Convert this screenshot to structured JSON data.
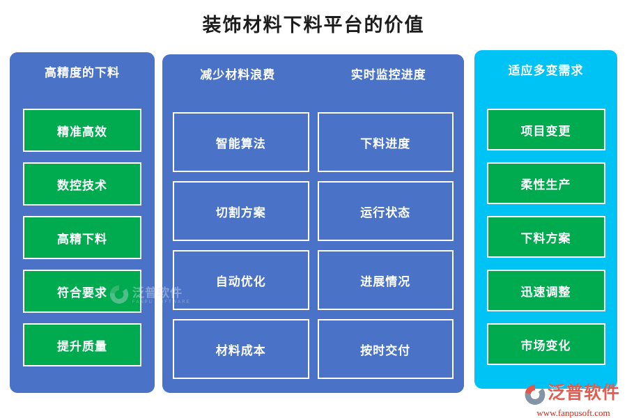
{
  "title": "装饰材料下料平台的价值",
  "left_panel": {
    "header": "高精度的下料",
    "items": [
      "精准高效",
      "数控技术",
      "高精下料",
      "符合要求",
      "提升质量"
    ]
  },
  "middle_panel": {
    "header_left": "减少材料浪费",
    "header_right": "实时监控进度",
    "left_items": [
      "智能算法",
      "切割方案",
      "自动优化",
      "材料成本"
    ],
    "right_items": [
      "下料进度",
      "运行状态",
      "进展情况",
      "按时交付"
    ]
  },
  "right_panel": {
    "header": "适应多变需求",
    "items": [
      "项目变更",
      "柔性生产",
      "下料方案",
      "迅速调整",
      "市场变化"
    ]
  },
  "watermark": {
    "brand": "泛普软件",
    "sub": "FANPU SOFTWARE"
  },
  "logo": {
    "brand": "泛普软件",
    "url": "www.fanpusoft.com",
    "icon": "fanpu-swirl-logo"
  },
  "colors": {
    "panel_blue": "#4a73c8",
    "panel_cyan": "#00c3f5",
    "box_green": "#00ab4f",
    "box_border": "#ffffff",
    "title_text": "#1c1c1c",
    "brand_red": "#e05c50",
    "url_red": "#cf2817",
    "logo_gray": "#8494a6"
  }
}
